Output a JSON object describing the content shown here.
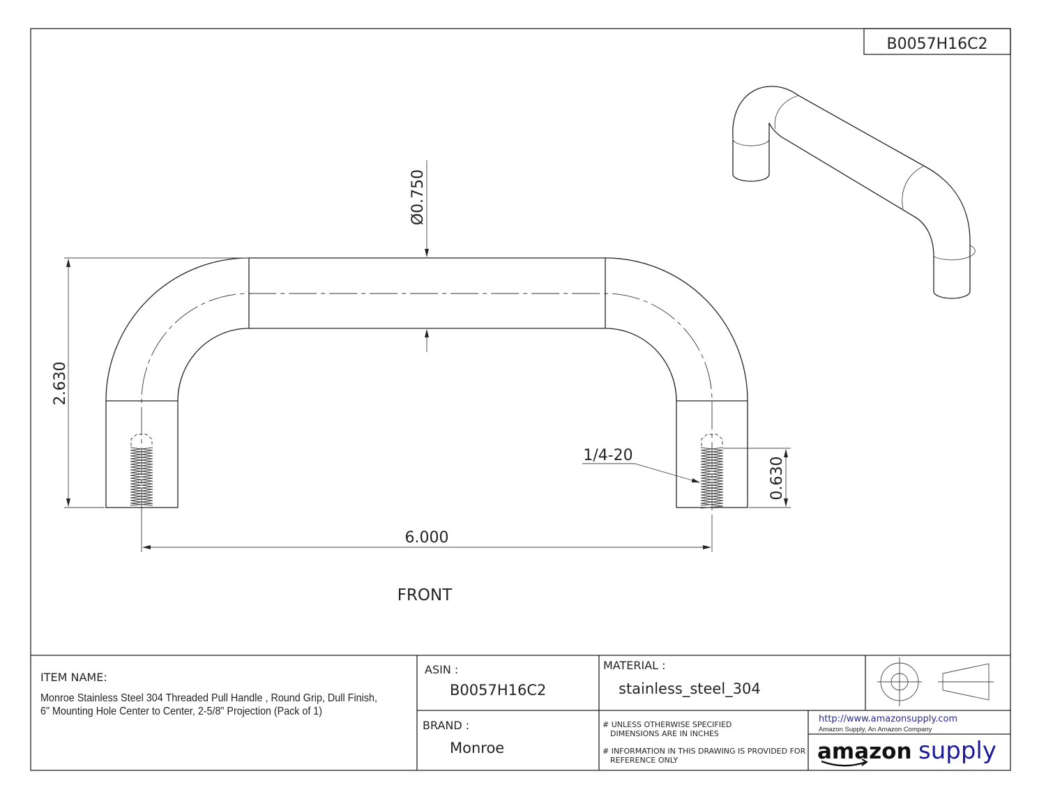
{
  "sheet": {
    "part_number_box": "B0057H16C2",
    "view_label": "FRONT"
  },
  "dimensions": {
    "diameter": "Ø0.750",
    "height": "2.630",
    "center_to_center": "6.000",
    "thread_depth": "0.630",
    "thread_callout": "1/4-20"
  },
  "title_block": {
    "item_name_label": "ITEM NAME:",
    "item_name_line1": "Monroe  Stainless Steel 304 Threaded Pull Handle , Round Grip, Dull Finish,",
    "item_name_line2": "6\" Mounting Hole Center to Center, 2-5/8\" Projection (Pack of 1)",
    "asin_label": "ASIN :",
    "asin_value": "B0057H16C2",
    "brand_label": "BRAND :",
    "brand_value": "Monroe",
    "material_label": "MATERIAL :",
    "material_value": "stainless_steel_304",
    "note1_line1": "# UNLESS OTHERWISE SPECIFIED",
    "note1_line2": "DIMENSIONS ARE IN INCHES",
    "note2_line1": "# INFORMATION IN THIS DRAWING IS PROVIDED FOR",
    "note2_line2": "REFERENCE ONLY",
    "url": "http://www.amazonsupply.com",
    "company_tagline": "Amazon Supply, An Amazon Company",
    "logo_text_amazon": "amazon",
    "logo_text_supply": "supply"
  },
  "colors": {
    "logo_blue": "#1a1a9a",
    "url_blue": "#2a2a8a"
  }
}
